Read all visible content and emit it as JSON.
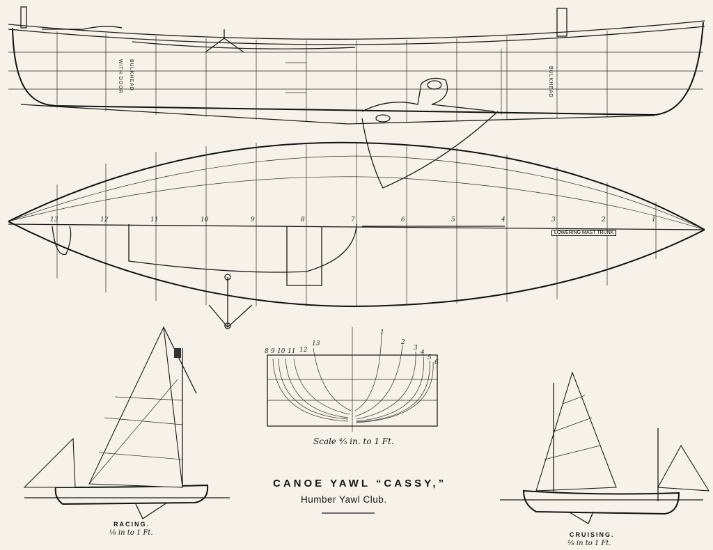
{
  "title": "CANOE YAWL “CASSY,”",
  "subtitle": "Humber Yawl Club.",
  "profile": {
    "bulkhead_aft": "BULKHEAD",
    "bulkhead_aft_note": "WITH DOOR",
    "bulkhead_fwd": "BULKHEAD"
  },
  "plan": {
    "stations": [
      "13",
      "12",
      "11",
      "10",
      "9",
      "8",
      "7",
      "6",
      "5",
      "4",
      "3",
      "2",
      "1"
    ],
    "mast_trunk_label": "LOWERING MAST TRUNK"
  },
  "body_plan": {
    "aft_sections": [
      "8",
      "9",
      "10",
      "11",
      "12",
      "13"
    ],
    "fwd_sections": [
      "1",
      "2",
      "3",
      "4",
      "5",
      "6"
    ],
    "scale": "Scale ⅘ in. to 1 Ft."
  },
  "racing": {
    "label": "RACING.",
    "scale": "⅛ in to 1 Ft."
  },
  "cruising": {
    "label": "CRUISING.",
    "scale": "⅛ in to 1 Ft."
  },
  "colors": {
    "paper": "#f6f2ea",
    "ink": "#1c1a18"
  }
}
